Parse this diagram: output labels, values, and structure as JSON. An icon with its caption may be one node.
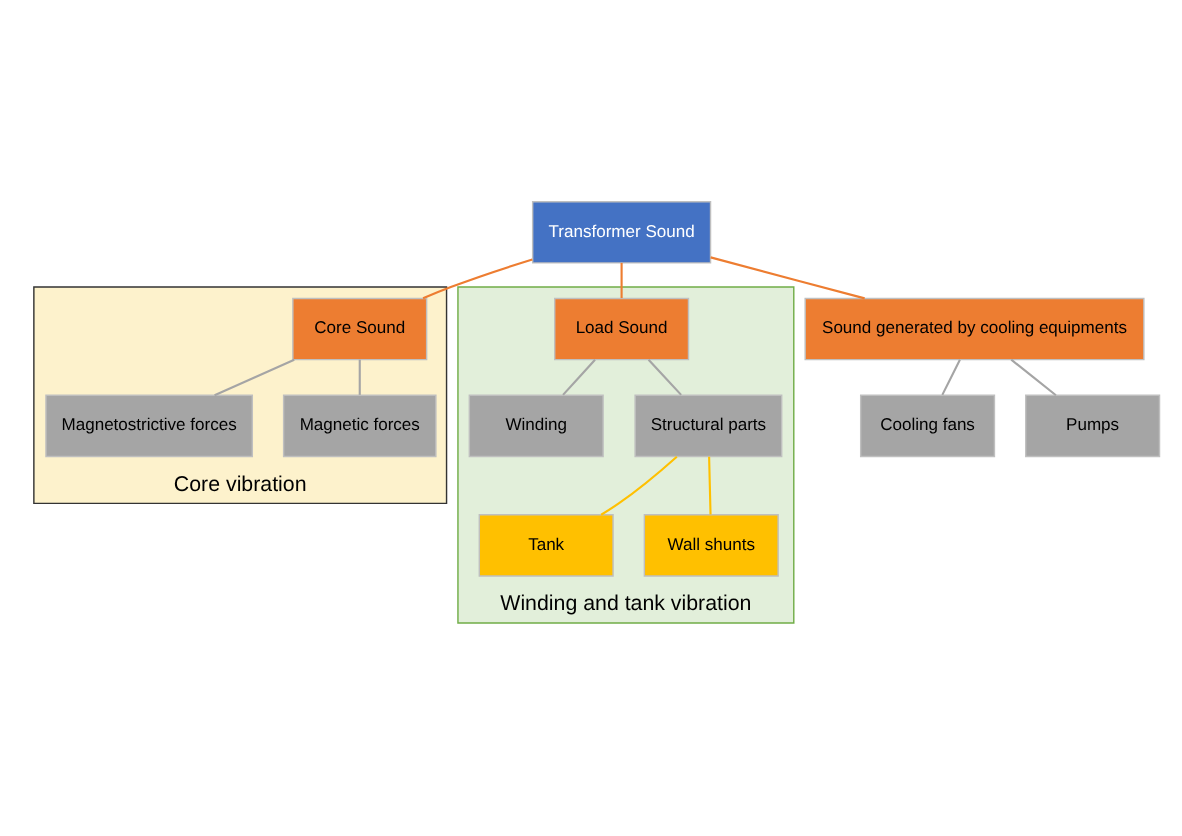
{
  "diagram": {
    "nodes": [
      {
        "text": [
          "Transformer Sound"
        ]
      },
      {
        "text": [
          "Core vibration"
        ]
      },
      {
        "text": [
          "Core Sound"
        ],
        "in": 1
      },
      {
        "text": [
          "Magnetostrictive forces"
        ],
        "in": 1
      },
      {
        "text": [
          "Magnetic forces"
        ],
        "in": 1
      },
      {
        "text": [
          "Winding and tank vibration"
        ]
      },
      {
        "text": [
          "Load Sound"
        ],
        "in": 5
      },
      {
        "text": [
          "Winding"
        ],
        "in": 5
      },
      {
        "text": [
          "Structural parts"
        ],
        "in": 5
      },
      {
        "text": [
          "Tank"
        ],
        "in": 5
      },
      {
        "text": [
          "Wall shunts"
        ],
        "in": 5
      },
      {
        "text": [
          "Sound generated by cooling equipments"
        ]
      },
      {
        "text": [
          "Cooling fans"
        ]
      },
      {
        "text": [
          "Pumps"
        ]
      }
    ],
    "edges": [
      {
        "from": 0,
        "to": 2,
        "arrow": "none",
        "color": "#ed7d31"
      },
      {
        "from": 0,
        "to": 6,
        "arrow": "none",
        "color": "#ed7d31"
      },
      {
        "from": 0,
        "to": 11,
        "arrow": "none",
        "color": "#ed7d31"
      },
      {
        "from": 2,
        "to": 3,
        "arrow": "none"
      },
      {
        "from": 2,
        "to": 4,
        "arrow": "none"
      },
      {
        "from": 6,
        "to": 7,
        "arrow": "none"
      },
      {
        "from": 6,
        "to": 8,
        "arrow": "none"
      },
      {
        "from": 8,
        "to": 9,
        "arrow": "none",
        "color": "#ffc000"
      },
      {
        "from": 8,
        "to": 10,
        "arrow": "none",
        "color": "#ffc000"
      },
      {
        "from": 11,
        "to": 12,
        "arrow": "none"
      },
      {
        "from": 11,
        "to": 13,
        "arrow": "none"
      }
    ]
  }
}
